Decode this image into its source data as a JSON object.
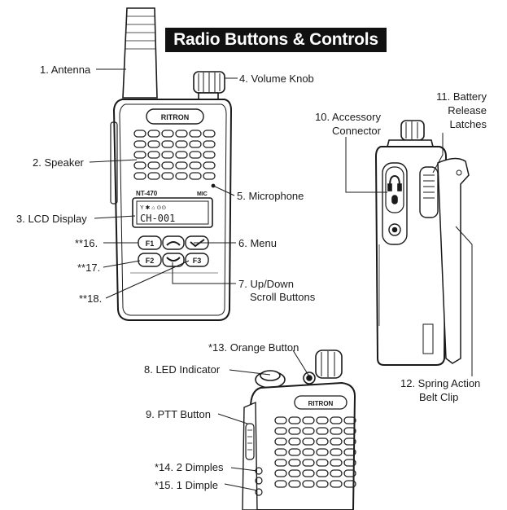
{
  "title": "Radio Buttons & Controls",
  "callouts": {
    "antenna": "1. Antenna",
    "speaker": "2. Speaker",
    "lcd_display": "3. LCD Display",
    "volume_knob": "4. Volume Knob",
    "microphone": "5. Microphone",
    "menu": "6. Menu",
    "scroll_line1": "7. Up/Down",
    "scroll_line2": "Scroll Buttons",
    "led_indicator": "8. LED Indicator",
    "ptt_button": "9. PTT Button",
    "accessory_line1": "10. Accessory",
    "accessory_line2": "Connector",
    "battery_line1": "11. Battery",
    "battery_line2": "Release",
    "battery_line3": "Latches",
    "belt_clip_line1": "12. Spring Action",
    "belt_clip_line2": "Belt Clip",
    "orange_button": "*13. Orange Button",
    "dimples_2": "*14. 2 Dimples",
    "dimple_1": "*15. 1 Dimple",
    "f1_key": "**16.",
    "f2_key": "**17.",
    "f3_key": "**18."
  },
  "radio": {
    "brand": "RITRON",
    "model": "NT-470",
    "mic_label": "MIC",
    "lcd_status": "Y  ✱   ⌂ ⊙⊙",
    "lcd_channel": "CH-001",
    "keys": {
      "f1": "F1",
      "f2": "F2",
      "f3": "F3"
    }
  },
  "colors": {
    "ink": "#1a1a1a",
    "title_bg": "#111111",
    "title_fg": "#ffffff"
  }
}
